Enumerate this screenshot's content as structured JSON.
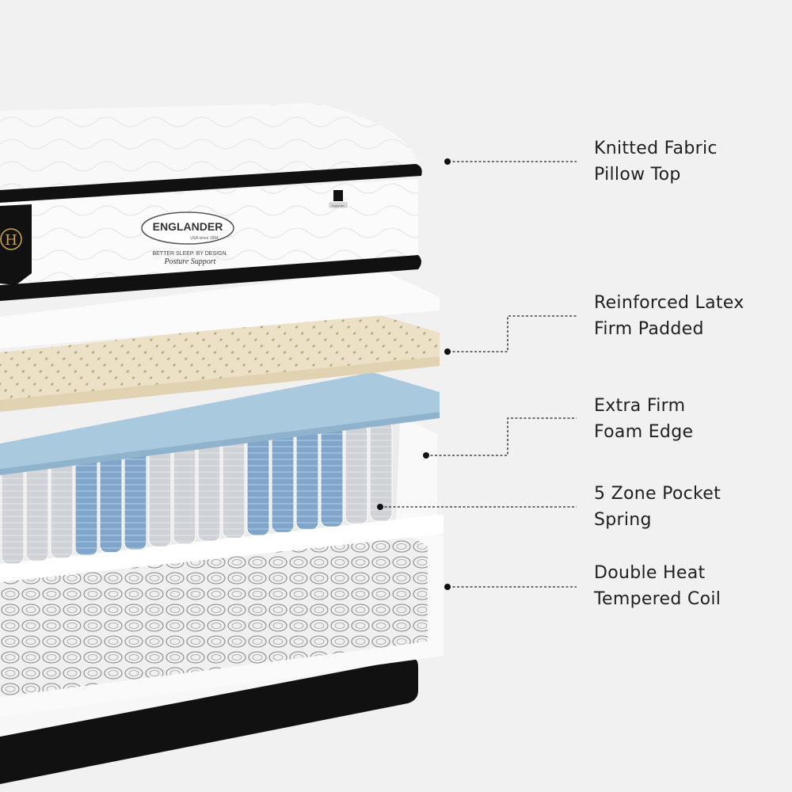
{
  "brand": {
    "logo_text": "ENGLANDER",
    "logo_subtext": "USA since 1894",
    "tagline": "BETTER SLEEP. BY DESIGN.",
    "model": "Posture Support",
    "crest_letter": "H",
    "side_tag_text": "Englander"
  },
  "layers": [
    {
      "id": "pillow-top",
      "lines": [
        "Knitted Fabric",
        "Pillow Top"
      ]
    },
    {
      "id": "latex",
      "lines": [
        "Reinforced Latex",
        "Firm Padded"
      ]
    },
    {
      "id": "foam-edge",
      "lines": [
        "Extra Firm",
        "Foam Edge"
      ]
    },
    {
      "id": "pocket-spring",
      "lines": [
        "5 Zone Pocket",
        "Spring"
      ]
    },
    {
      "id": "coil",
      "lines": [
        "Double Heat",
        "Tempered Coil"
      ]
    }
  ],
  "colors": {
    "background": "#f1f1f1",
    "fabric": "#fbfbfb",
    "piping": "#111111",
    "latex": "#ece0c6",
    "latex_holes": "#b9a57e",
    "gel_foam": "#a9c9df",
    "spring_blue": "#7fa5cb",
    "spring_grey": "#cfd2d6",
    "coil": "#8a8a8a",
    "line": "#222222"
  }
}
